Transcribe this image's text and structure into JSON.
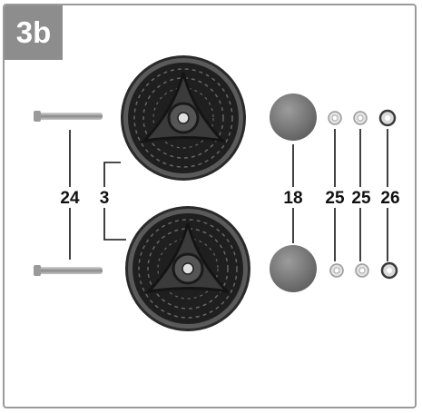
{
  "step_badge": "3b",
  "callouts": {
    "axle": "24",
    "wheel": "3",
    "hubcap": "18",
    "washer_a": "25",
    "washer_b": "25",
    "nut": "26"
  },
  "icons": [
    "axle-bolt-icon",
    "wheel-icon",
    "hubcap-icon",
    "washer-icon",
    "nut-icon"
  ],
  "colors": {
    "badge": "#8d8d8d",
    "frame": "#9a9a9a",
    "wheel": "#2e2e2e",
    "hubcap": "#777777",
    "washer": "#bdbdbd"
  }
}
